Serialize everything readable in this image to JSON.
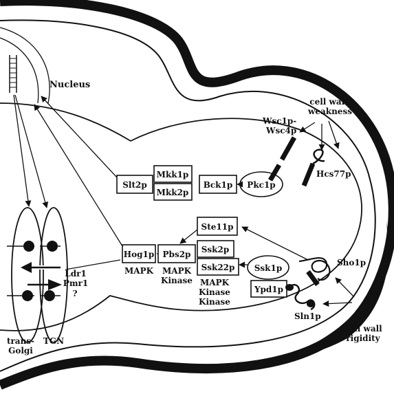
{
  "labels": {
    "nucleus": "Nucleus",
    "cell_wall_weakness_1": "cell wall",
    "cell_wall_weakness_2": "weakness",
    "wsc_1": "Wsc1p-",
    "wsc_2": "Wsc4p",
    "hcs77p": "Hcs77p",
    "pkc1p": "Pkc1p",
    "bck1p": "Bck1p",
    "mkk1p": "Mkk1p",
    "mkk2p": "Mkk2p",
    "slt2p": "Slt2p",
    "ste11p": "Ste11p",
    "hog1p": "Hog1p",
    "pbs2p": "Pbs2p",
    "ssk2p": "Ssk2p",
    "ssk22p": "Ssk22p",
    "ssk1p": "Ssk1p",
    "ypd1p": "Ypd1p",
    "sho1p": "Sho1p",
    "sln1p": "Sln1p",
    "mapk": "MAPK",
    "mapk_kinase_1": "MAPK",
    "mapk_kinase_2": "Kinase",
    "mapkkk_1": "MAPK",
    "mapkkk_2": "Kinase",
    "mapkkk_3": "Kinase",
    "ldr1": "Ldr1",
    "pmr1": "Pmr1",
    "question": "?",
    "trans_golgi_1": "trans-",
    "trans_golgi_2": "Golgi",
    "tgn": "TGN",
    "cell_wall_rigidity_1": "cell wall",
    "cell_wall_rigidity_2": "rigidity"
  }
}
